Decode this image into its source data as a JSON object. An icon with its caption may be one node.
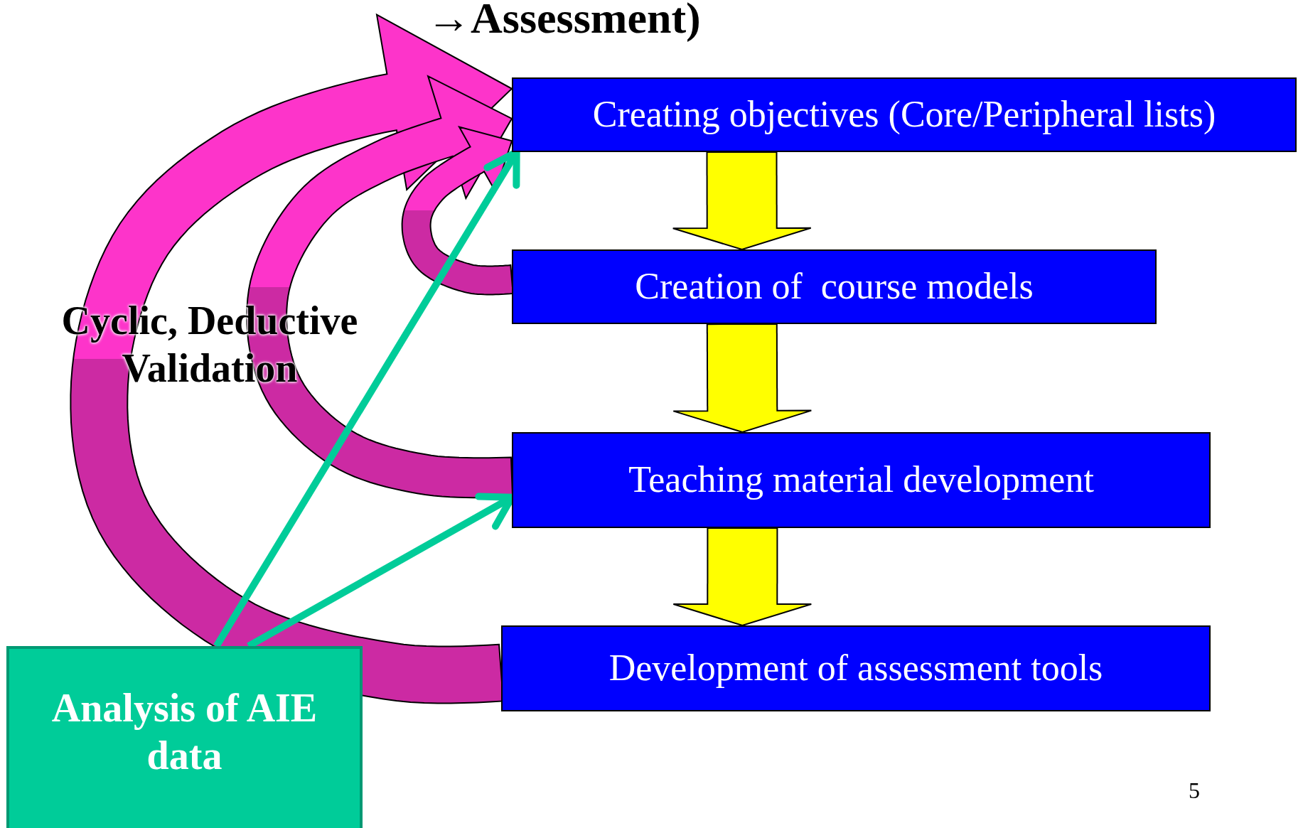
{
  "diagram": {
    "title": "→Assessment)",
    "nodes": [
      {
        "text": [
          "Creating objectives (Core/Peripheral lists)"
        ]
      },
      {
        "text": [
          "Creation of  course models"
        ]
      },
      {
        "text": [
          "Teaching material development"
        ]
      },
      {
        "text": [
          "Development of assessment tools"
        ]
      },
      {
        "text": [
          "Analysis of AIE data"
        ]
      }
    ],
    "edges": [
      {
        "from": 0,
        "to": 1,
        "arrow": "to",
        "style": "thick",
        "color": "#ffff00"
      },
      {
        "from": 1,
        "to": 2,
        "arrow": "to",
        "style": "thick",
        "color": "#ffff00"
      },
      {
        "from": 2,
        "to": 3,
        "arrow": "to",
        "style": "thick",
        "color": "#ffff00"
      },
      {
        "from": 3,
        "to": 0,
        "arrow": "to",
        "style": "thick",
        "color": "#cc2aa3"
      },
      {
        "from": 2,
        "to": 0,
        "arrow": "to",
        "style": "thick",
        "color": "#cc2aa3"
      },
      {
        "from": 1,
        "to": 0,
        "arrow": "to",
        "style": "thick",
        "color": "#cc2aa3"
      },
      {
        "from": 4,
        "to": 0,
        "arrow": "to",
        "color": "#00cc99"
      },
      {
        "from": 4,
        "to": 2,
        "arrow": "to",
        "color": "#00cc99"
      }
    ],
    "labels": [
      "Cyclic, Deductive Validation",
      "5"
    ]
  }
}
